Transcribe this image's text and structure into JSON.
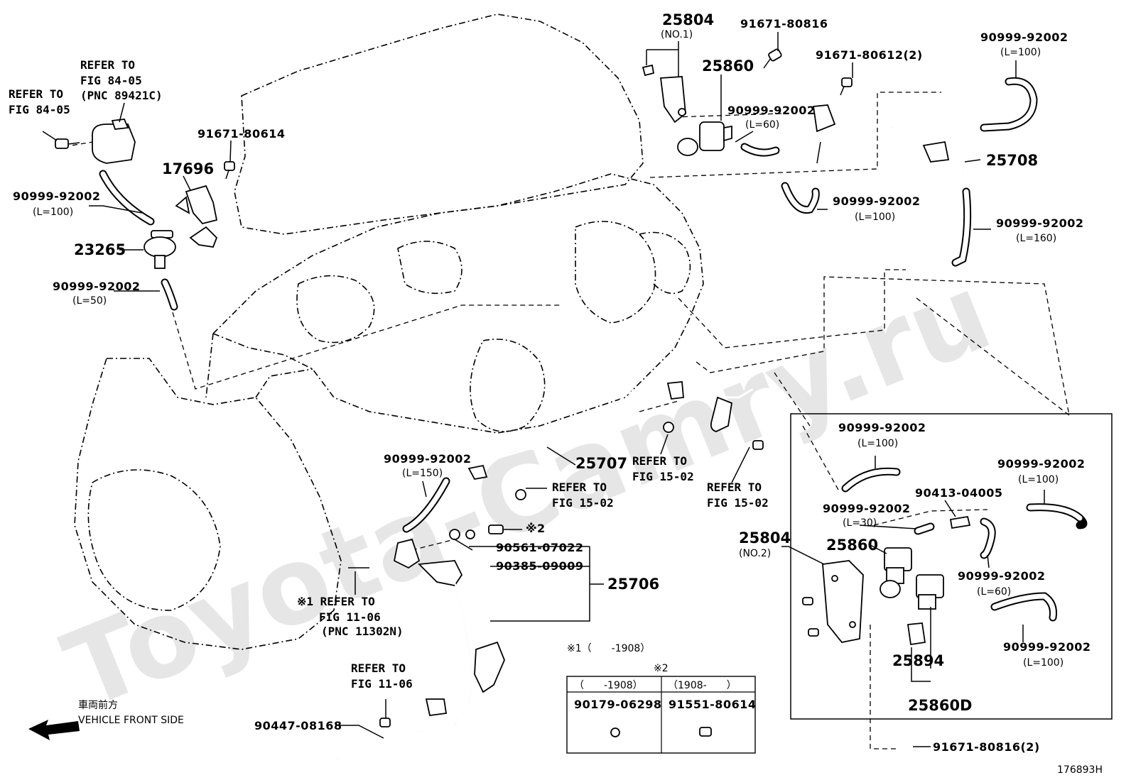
{
  "watermark": "Toyota-Camry.ru",
  "figure_id": "176893H",
  "direction": {
    "jp": "車両前方",
    "en": "VEHICLE FRONT SIDE"
  },
  "notes": {
    "n1": "※1（　　-1908）",
    "n2": "※2"
  },
  "table": {
    "head_left": "（　　-1908）",
    "head_right": "（1908-　　）",
    "val_left": "90179-06298",
    "val_right": "91551-80614"
  },
  "labels": {
    "p25804a": "25804",
    "p25804a_sub": "(NO.1)",
    "p91671_80816": "91671-80816",
    "p25860a": "25860",
    "p91671_80612": "91671-80612(2)",
    "p90999_topright": "90999-92002",
    "p90999_topright_sub": "(L=100)",
    "p90999_l60_top": "90999-92002",
    "p90999_l60_top_sub": "(L=60)",
    "p25708": "25708",
    "p90999_l100_mid": "90999-92002",
    "p90999_l100_mid_sub": "(L=100)",
    "p90999_l160": "90999-92002",
    "p90999_l160_sub": "(L=160)",
    "ref_84_05a_1": "REFER TO",
    "ref_84_05a_2": "FIG 84-05",
    "ref_84_05a_3": "(PNC 89421C)",
    "ref_84_05b_1": "REFER TO",
    "ref_84_05b_2": "FIG 84-05",
    "p91671_80614": "91671-80614",
    "p17696": "17696",
    "p90999_left": "90999-92002",
    "p90999_left_sub": "(L=100)",
    "p23265": "23265",
    "p90999_l50": "90999-92002",
    "p90999_l50_sub": "(L=50)",
    "p90999_l150": "90999-92002",
    "p90999_l150_sub": "(L=150)",
    "p25707": "25707",
    "ref_15_02a_1": "REFER TO",
    "ref_15_02a_2": "FIG 15-02",
    "ref_15_02b_1": "REFER TO",
    "ref_15_02b_2": "FIG 15-02",
    "ref_15_02c_1": "REFER TO",
    "ref_15_02c_2": "FIG 15-02",
    "mark2": "※2",
    "p90561": "90561-07022",
    "p90385": "90385-09009",
    "p25706": "25706",
    "ref_11_06a_1": "※1 REFER TO",
    "ref_11_06a_2": "FIG 11-06",
    "ref_11_06a_3": "(PNC 11302N)",
    "ref_11_06b_1": "REFER TO",
    "ref_11_06b_2": "FIG 11-06",
    "p90447": "90447-08168",
    "box_90999_l100a": "90999-92002",
    "box_90999_l100a_sub": "(L=100)",
    "box_90413": "90413-04005",
    "box_90999_l30": "90999-92002",
    "box_90999_l30_sub": "(L=30)",
    "box_90999_l100b": "90999-92002",
    "box_90999_l100b_sub": "(L=100)",
    "p25804b": "25804",
    "p25804b_sub": "(NO.2)",
    "box_25860": "25860",
    "box_90999_l60": "90999-92002",
    "box_90999_l60_sub": "(L=60)",
    "box_90999_l100c": "90999-92002",
    "box_90999_l100c_sub": "(L=100)",
    "box_25894": "25894",
    "box_25860d": "25860D",
    "p91671_80816_2": "91671-80816(2)"
  }
}
